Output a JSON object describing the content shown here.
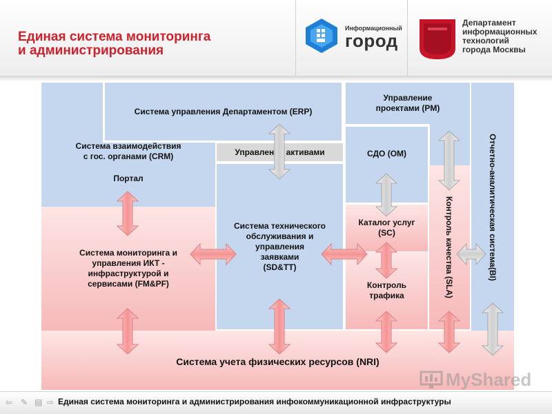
{
  "header": {
    "title_line1": "Единая система мониторинга",
    "title_line2": "и администрирования",
    "logo1_small": "Информационный",
    "logo1_big": "город",
    "logo2_lines": [
      "Департамент",
      "информационных",
      "технологий",
      "города Москвы"
    ]
  },
  "nodes": {
    "erp": "Система управления Департаментом (ERP)",
    "asset": "Управление активами",
    "crm_line1": "Система взаимодействия",
    "crm_line2": "с гос. органами (CRM)",
    "portal": "Портал",
    "fm_lines": [
      "Система мониторинга и",
      "управления ИКТ -",
      "инфраструктурой и",
      "сервисами (FM&PF)"
    ],
    "sd_lines": [
      "Система технического",
      "обслуживания и",
      "управления",
      "заявками",
      "(SD&TT)"
    ],
    "pm_lines": [
      "Управление",
      "проектами (PM)"
    ],
    "om": "СДО (OM)",
    "sc_lines": [
      "Каталог услуг",
      "(SC)"
    ],
    "traffic_lines": [
      "Контроль",
      "трафика"
    ],
    "sla": "Контроль качества (SLA)",
    "bi": "Отчетно-аналитическая система(BI)",
    "nri": "Система учета физических ресурсов (NRI)"
  },
  "colors": {
    "title": "#d0202a",
    "blue_box": "#c5d7ee",
    "pink_box": "#f7b9b9",
    "gray_box": "#d9d9d9",
    "arrow_pink": "#f59494",
    "arrow_gray": "#cfcfcf"
  },
  "footer": {
    "text": "Единая система мониторинга и администрирования инфокоммуникационной инфраструктуры",
    "nav_icons": [
      "back-arrow-icon",
      "pencil-icon",
      "menu-icon",
      "forward-arrow-icon"
    ]
  },
  "watermark": "MyShared"
}
